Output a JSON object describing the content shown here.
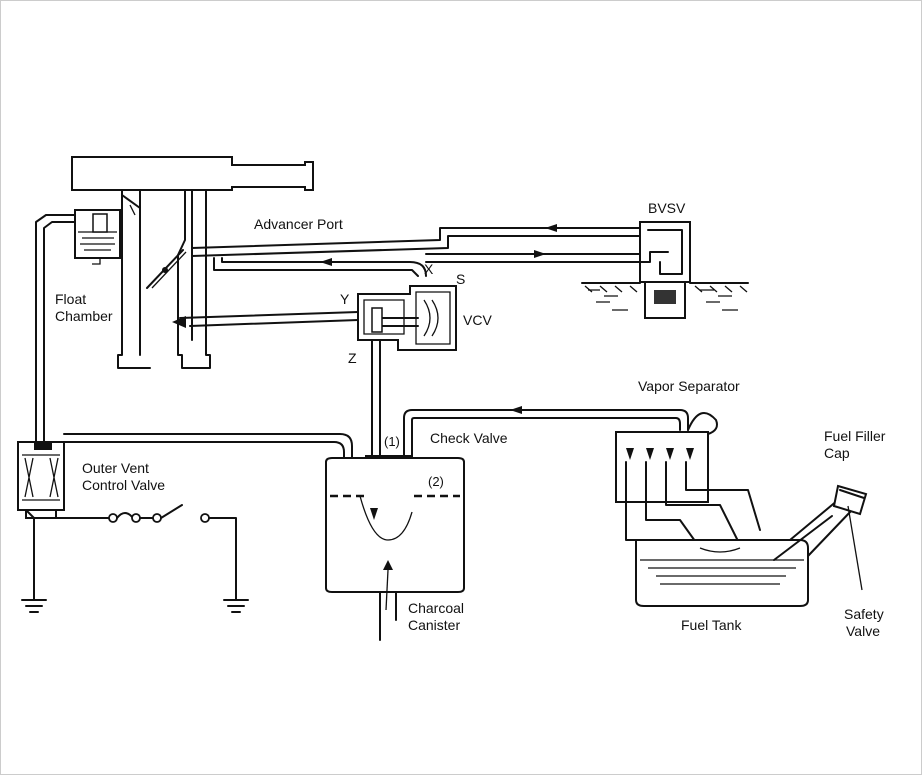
{
  "labels": {
    "advancer_port": "Advancer Port",
    "bvsv": "BVSV",
    "float_chamber_1": "Float",
    "float_chamber_2": "Chamber",
    "port_x": "X",
    "port_s": "S",
    "port_y": "Y",
    "vcv": "VCV",
    "port_z": "Z",
    "vapor_separator": "Vapor Separator",
    "check_valve": "Check Valve",
    "check_valve_port_1": "(1)",
    "check_valve_port_2": "(2)",
    "fuel_filler_cap_1": "Fuel Filler",
    "fuel_filler_cap_2": "Cap",
    "outer_vent_1": "Outer Vent",
    "outer_vent_2": "Control Valve",
    "charcoal_canister_1": "Charcoal",
    "charcoal_canister_2": "Canister",
    "fuel_tank": "Fuel Tank",
    "safety_valve_1": "Safety",
    "safety_valve_2": "Valve"
  }
}
